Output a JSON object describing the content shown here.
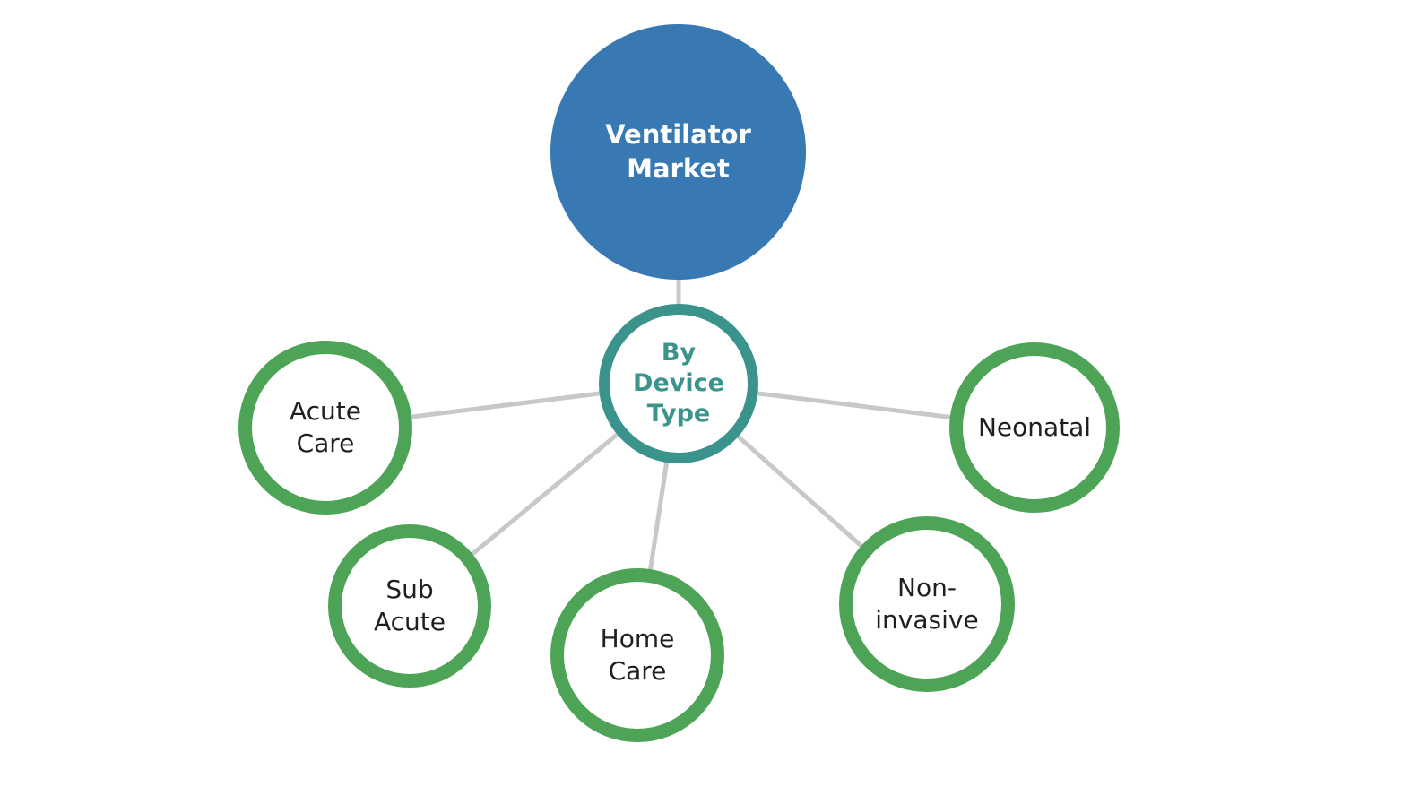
{
  "diagram": {
    "type": "hub-and-spoke",
    "title": "Ventilator Market segmentation by device type",
    "root": {
      "label": "Ventilator\nMarket",
      "fill_color": "#3879b4",
      "text_color": "#ffffff"
    },
    "hub": {
      "label": "By\nDevice\nType",
      "border_color": "#3a948c",
      "text_color": "#3a948c",
      "fill_color": "#ffffff"
    },
    "leaves": [
      {
        "label": "Acute\nCare"
      },
      {
        "label": "Sub\nAcute"
      },
      {
        "label": "Home\nCare"
      },
      {
        "label": "Non-\ninvasive"
      },
      {
        "label": "Neonatal"
      }
    ],
    "leaf_style": {
      "border_color": "#4ea456",
      "fill_color": "#ffffff",
      "text_color": "#1f1f1f"
    },
    "connector_color": "#c8c8c8"
  }
}
